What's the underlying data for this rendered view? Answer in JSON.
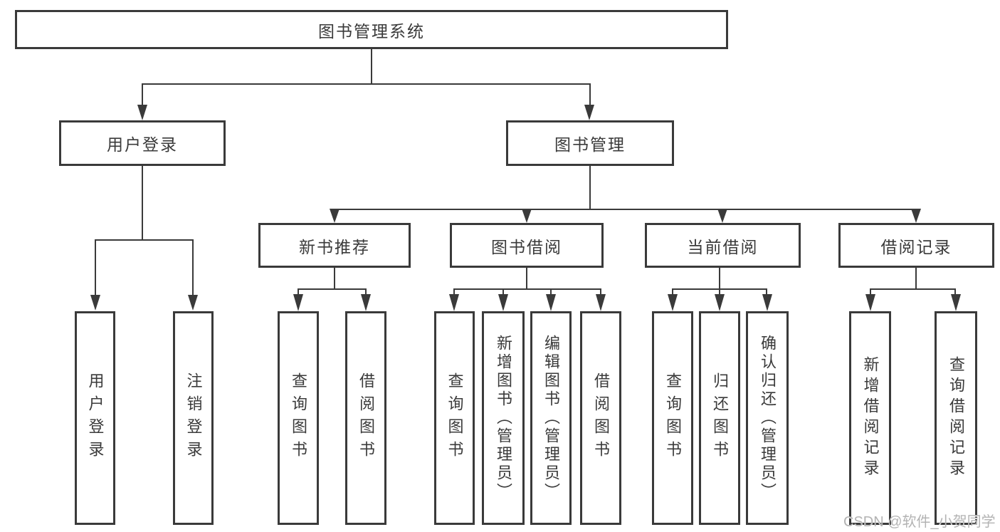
{
  "tree": {
    "label": "图书管理系统",
    "children": [
      {
        "label": "用户登录",
        "children": [
          {
            "label": "用户登录"
          },
          {
            "label": "注销登录"
          }
        ]
      },
      {
        "label": "图书管理",
        "children": [
          {
            "label": "新书推荐",
            "children": [
              {
                "label": "查询图书"
              },
              {
                "label": "借阅图书"
              }
            ]
          },
          {
            "label": "图书借阅",
            "children": [
              {
                "label": "查询图书"
              },
              {
                "label": "新增图书（管理员）"
              },
              {
                "label": "编辑图书（管理员）"
              },
              {
                "label": "借阅图书"
              }
            ]
          },
          {
            "label": "当前借阅",
            "children": [
              {
                "label": "查询图书"
              },
              {
                "label": "归还图书"
              },
              {
                "label": "确认归还（管理员）"
              }
            ]
          },
          {
            "label": "借阅记录",
            "children": [
              {
                "label": "新增借阅记录"
              },
              {
                "label": "查询借阅记录"
              }
            ]
          }
        ]
      }
    ]
  },
  "watermark": "CSDN @软件_小贺同学",
  "colors": {
    "line": "#3a3a3a",
    "text": "#3a3a3a",
    "watermark": "#b3b3b3",
    "background": "#ffffff"
  }
}
